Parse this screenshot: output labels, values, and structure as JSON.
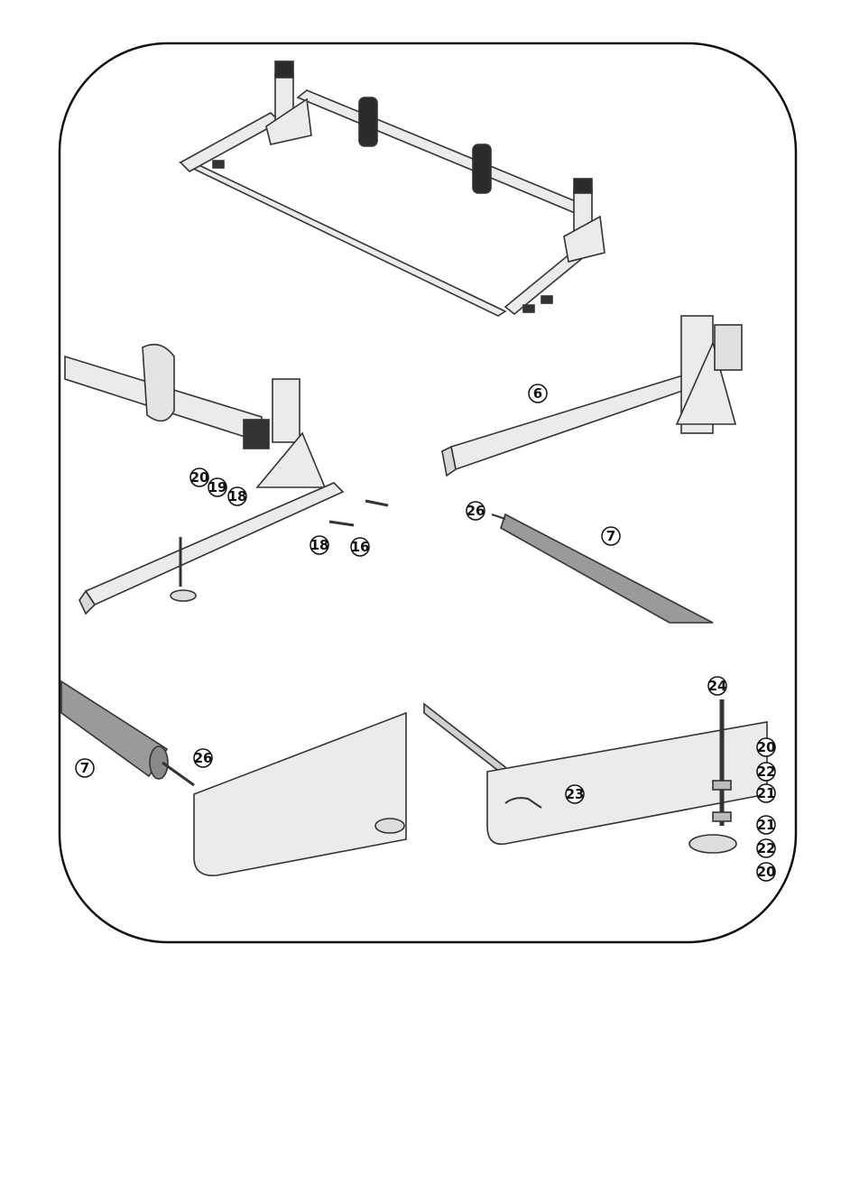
{
  "callouts": {
    "p2_n20": "20",
    "p2_n19": "19",
    "p2_n18a": "18",
    "p2_n18b": "18",
    "p2_n16": "16",
    "p3_n6": "6",
    "p3_n26": "26",
    "p3_n7": "7",
    "p4_n7": "7",
    "p4_n26": "26",
    "p5_n24": "24",
    "p5_n23": "23",
    "p5_n20a": "20",
    "p5_n22a": "22",
    "p5_n21a": "21",
    "p5_n21b": "21",
    "p5_n22b": "22",
    "p5_n20b": "20"
  },
  "colors": {
    "line": "#222222",
    "metal": "#e6e6e8",
    "strap": "#2b2b2b",
    "tube": "#9a9a9a"
  }
}
